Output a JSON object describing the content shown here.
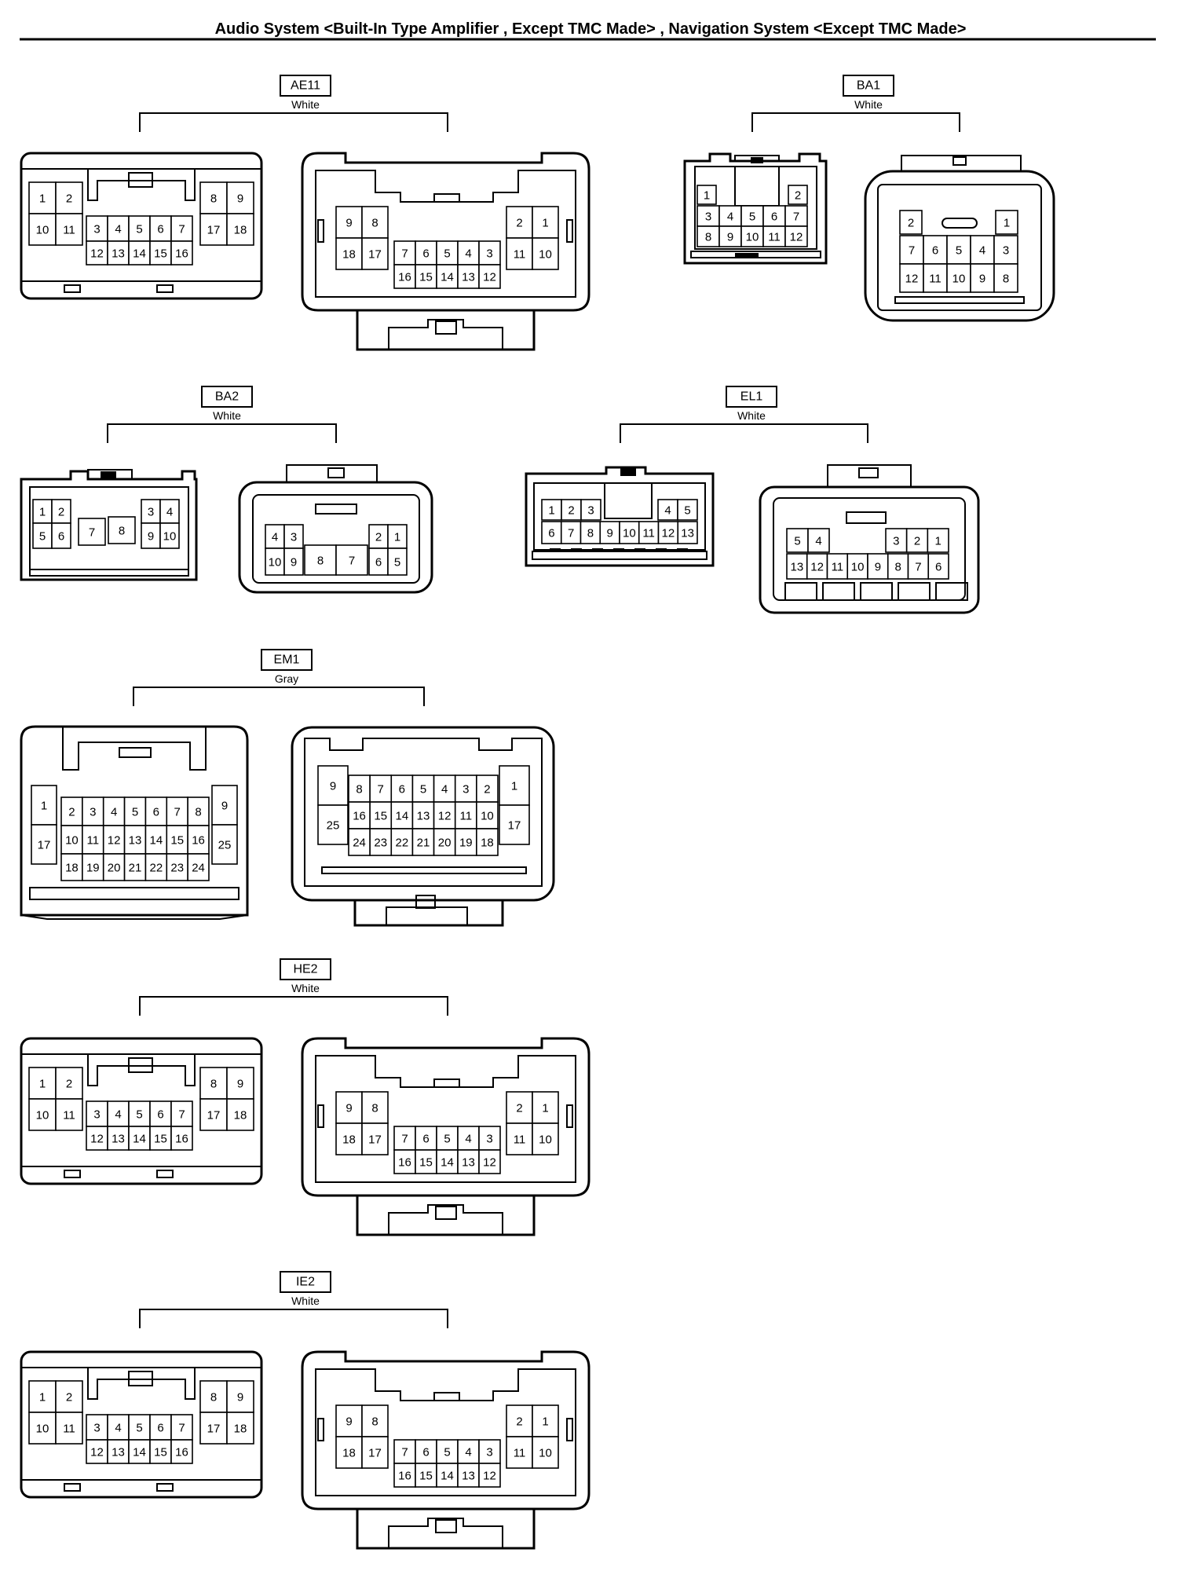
{
  "title": "Audio System <Built-In Type Amplifier , Except TMC Made> , Navigation System <Except TMC Made>",
  "connectors": {
    "ae11": {
      "code": "AE11",
      "color": "White",
      "left": {
        "top_l": [
          "1",
          "2"
        ],
        "bot_l": [
          "10",
          "11"
        ],
        "mid_top": [
          "3",
          "4",
          "5",
          "6",
          "7"
        ],
        "mid_bot": [
          "12",
          "13",
          "14",
          "15",
          "16"
        ],
        "top_r": [
          "8",
          "9"
        ],
        "bot_r": [
          "17",
          "18"
        ]
      },
      "right": {
        "top_l": [
          "9",
          "8"
        ],
        "bot_l": [
          "18",
          "17"
        ],
        "mid_top": [
          "7",
          "6",
          "5",
          "4",
          "3"
        ],
        "mid_bot": [
          "16",
          "15",
          "14",
          "13",
          "12"
        ],
        "top_r": [
          "2",
          "1"
        ],
        "bot_r": [
          "11",
          "10"
        ]
      }
    },
    "ba1": {
      "code": "BA1",
      "color": "White",
      "left": {
        "row1": [
          "1",
          "2"
        ],
        "row2": [
          "3",
          "4",
          "5",
          "6",
          "7"
        ],
        "row3": [
          "8",
          "9",
          "10",
          "11",
          "12"
        ]
      },
      "right": {
        "row1": [
          "2",
          "1"
        ],
        "row2": [
          "7",
          "6",
          "5",
          "4",
          "3"
        ],
        "row3": [
          "12",
          "11",
          "10",
          "9",
          "8"
        ]
      }
    },
    "ba2": {
      "code": "BA2",
      "color": "White",
      "left": {
        "cells": [
          "1",
          "2",
          "5",
          "6",
          "7",
          "8",
          "3",
          "4",
          "9",
          "10"
        ]
      },
      "right": {
        "cells": [
          "4",
          "3",
          "10",
          "9",
          "8",
          "7",
          "2",
          "1",
          "6",
          "5"
        ]
      }
    },
    "el1": {
      "code": "EL1",
      "color": "White",
      "left": {
        "row1l": [
          "1",
          "2",
          "3"
        ],
        "row1r": [
          "4",
          "5"
        ],
        "row2": [
          "6",
          "7",
          "8",
          "9",
          "10",
          "11",
          "12",
          "13"
        ]
      },
      "right": {
        "row1l": [
          "5",
          "4"
        ],
        "row1r": [
          "3",
          "2",
          "1"
        ],
        "row2": [
          "13",
          "12",
          "11",
          "10",
          "9",
          "8",
          "7",
          "6"
        ]
      }
    },
    "em1": {
      "code": "EM1",
      "color": "Gray",
      "left": {
        "side_l": [
          "1",
          "17"
        ],
        "r1": [
          "2",
          "3",
          "4",
          "5",
          "6",
          "7",
          "8"
        ],
        "r2": [
          "10",
          "11",
          "12",
          "13",
          "14",
          "15",
          "16"
        ],
        "r3": [
          "18",
          "19",
          "20",
          "21",
          "22",
          "23",
          "24"
        ],
        "side_r": [
          "9",
          "25"
        ]
      },
      "right": {
        "side_l": [
          "9",
          "25"
        ],
        "r1": [
          "8",
          "7",
          "6",
          "5",
          "4",
          "3",
          "2"
        ],
        "r2": [
          "16",
          "15",
          "14",
          "13",
          "12",
          "11",
          "10"
        ],
        "r3": [
          "24",
          "23",
          "22",
          "21",
          "20",
          "19",
          "18"
        ],
        "side_r": [
          "1",
          "17"
        ]
      }
    },
    "he2": {
      "code": "HE2",
      "color": "White",
      "left": {
        "top_l": [
          "1",
          "2"
        ],
        "bot_l": [
          "10",
          "11"
        ],
        "mid_top": [
          "3",
          "4",
          "5",
          "6",
          "7"
        ],
        "mid_bot": [
          "12",
          "13",
          "14",
          "15",
          "16"
        ],
        "top_r": [
          "8",
          "9"
        ],
        "bot_r": [
          "17",
          "18"
        ]
      },
      "right": {
        "top_l": [
          "9",
          "8"
        ],
        "bot_l": [
          "18",
          "17"
        ],
        "mid_top": [
          "7",
          "6",
          "5",
          "4",
          "3"
        ],
        "mid_bot": [
          "16",
          "15",
          "14",
          "13",
          "12"
        ],
        "top_r": [
          "2",
          "1"
        ],
        "bot_r": [
          "11",
          "10"
        ]
      }
    },
    "ie2": {
      "code": "IE2",
      "color": "White",
      "left": {
        "top_l": [
          "1",
          "2"
        ],
        "bot_l": [
          "10",
          "11"
        ],
        "mid_top": [
          "3",
          "4",
          "5",
          "6",
          "7"
        ],
        "mid_bot": [
          "12",
          "13",
          "14",
          "15",
          "16"
        ],
        "top_r": [
          "8",
          "9"
        ],
        "bot_r": [
          "17",
          "18"
        ]
      },
      "right": {
        "top_l": [
          "9",
          "8"
        ],
        "bot_l": [
          "18",
          "17"
        ],
        "mid_top": [
          "7",
          "6",
          "5",
          "4",
          "3"
        ],
        "mid_bot": [
          "16",
          "15",
          "14",
          "13",
          "12"
        ],
        "top_r": [
          "2",
          "1"
        ],
        "bot_r": [
          "11",
          "10"
        ]
      }
    }
  }
}
